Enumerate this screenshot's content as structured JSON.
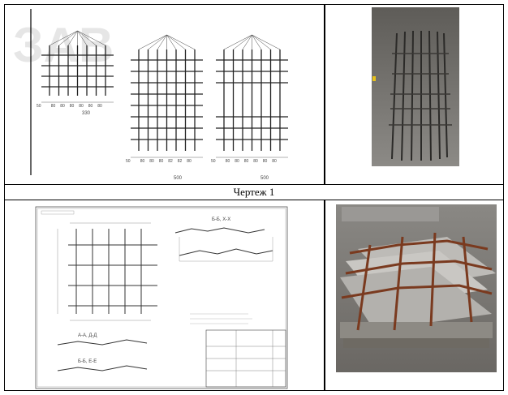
{
  "caption": "Чертеж 1",
  "drawings": {
    "top": {
      "mesh_a": {
        "width_dim": "330",
        "left_dim": "50",
        "spacings": [
          "80",
          "80",
          "80",
          "80",
          "80",
          "80"
        ]
      },
      "mesh_b": {
        "width_dim": "500",
        "left_dim": "50",
        "spacings": [
          "80",
          "80",
          "80",
          "82",
          "82",
          "80"
        ]
      },
      "mesh_c": {
        "width_dim": "500",
        "left_dim": "50",
        "spacings": [
          "80",
          "80",
          "80",
          "80",
          "80",
          "80"
        ]
      }
    },
    "bottom": {
      "section_top": "Б-Б, Х-Х",
      "section_a": "А-А, Д-Д",
      "section_b": "Б-Б, Е-Е"
    }
  },
  "photos": {
    "top": "rebar-mesh-photo",
    "bottom": "rebar-on-pallet-photo"
  }
}
